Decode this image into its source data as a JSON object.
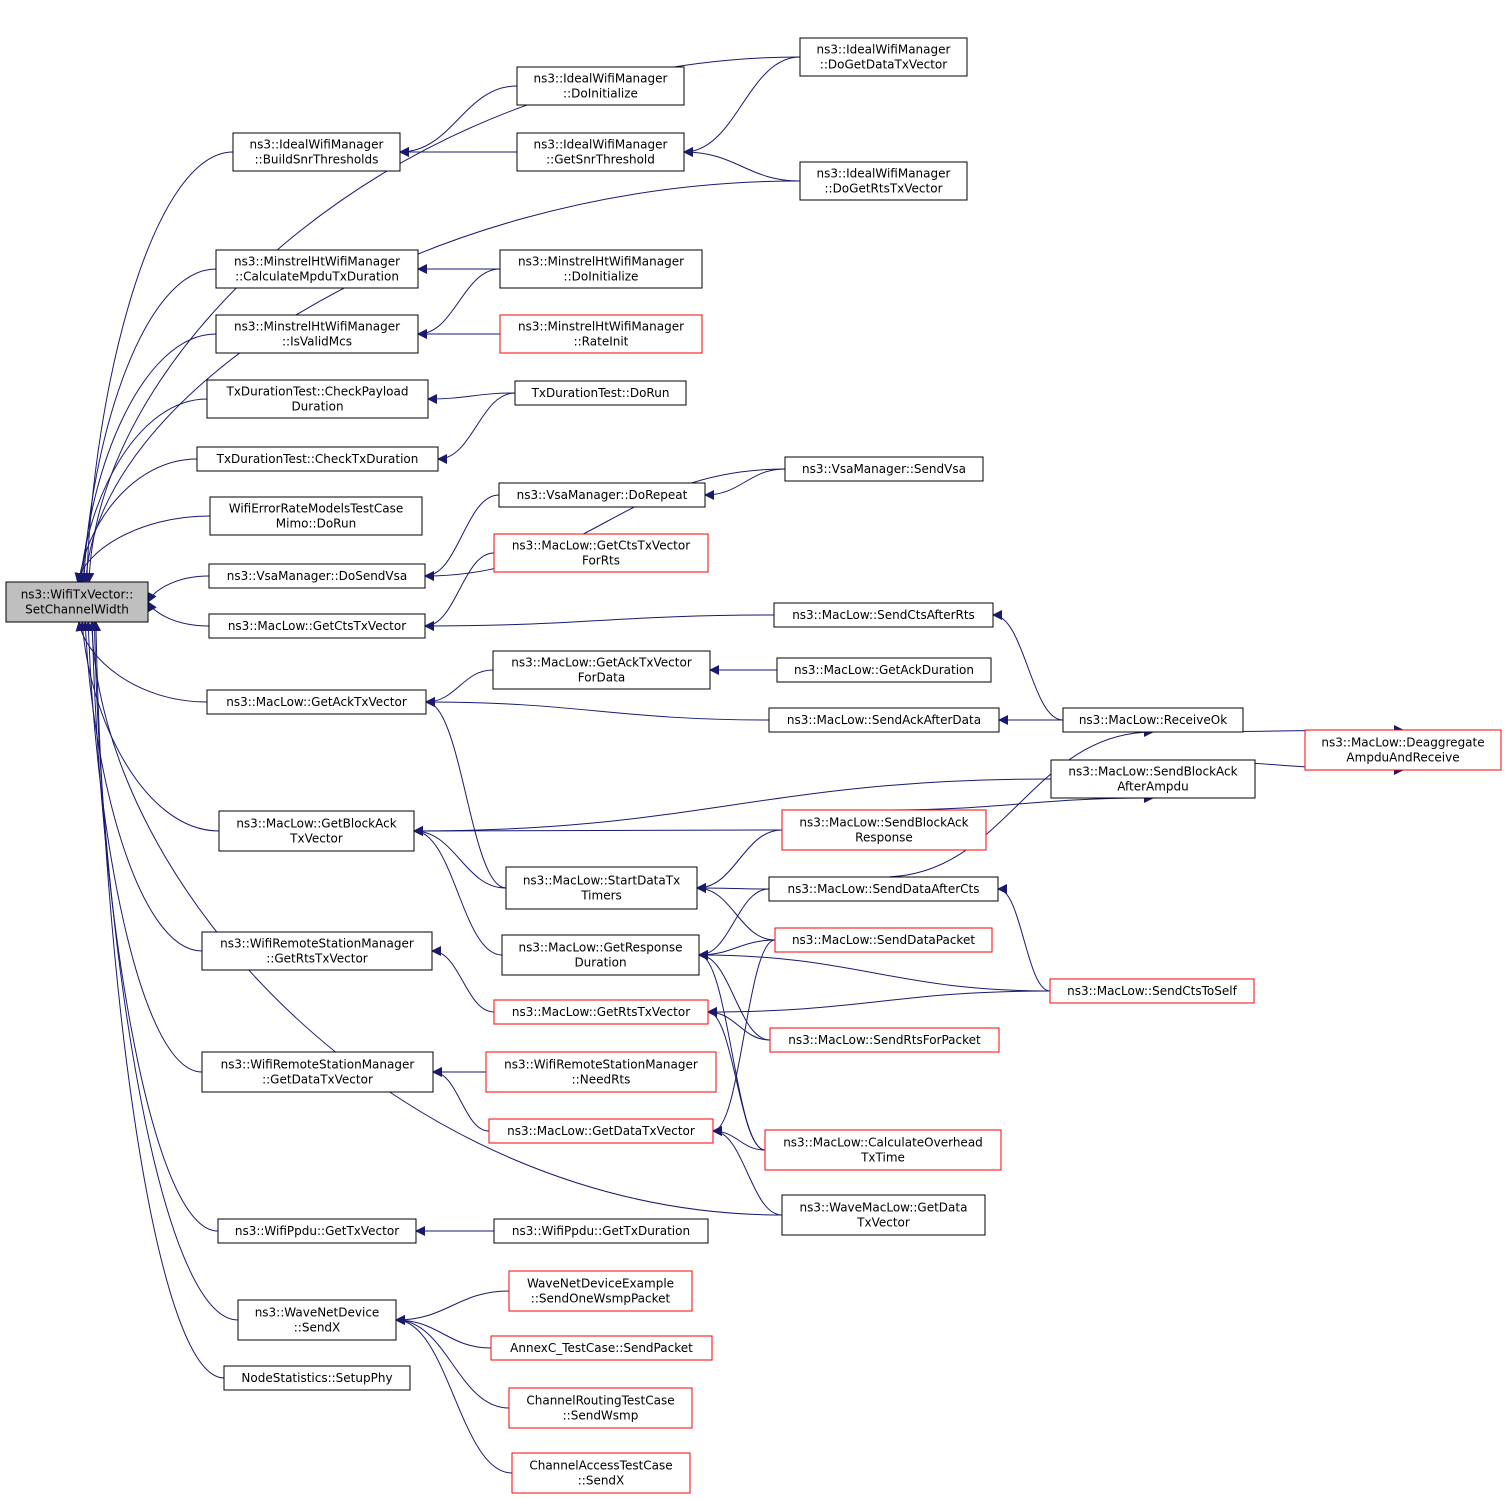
{
  "graph_title": "",
  "colors": {
    "edge": "#191970",
    "root_fill": "#bfbfbf",
    "reference_border": "#ff0000",
    "normal_border": "#000000"
  },
  "nodes": [
    {
      "id": "root",
      "lines": [
        "ns3::WifiTxVector::",
        "SetChannelWidth"
      ],
      "style": "root"
    },
    {
      "id": "iwm_build",
      "lines": [
        "ns3::IdealWifiManager",
        "::BuildSnrThresholds"
      ],
      "style": "black"
    },
    {
      "id": "iwm_init",
      "lines": [
        "ns3::IdealWifiManager",
        "::DoInitialize"
      ],
      "style": "black"
    },
    {
      "id": "iwm_getsnr",
      "lines": [
        "ns3::IdealWifiManager",
        "::GetSnrThreshold"
      ],
      "style": "black"
    },
    {
      "id": "iwm_data",
      "lines": [
        "ns3::IdealWifiManager",
        "::DoGetDataTxVector"
      ],
      "style": "black"
    },
    {
      "id": "iwm_rts",
      "lines": [
        "ns3::IdealWifiManager",
        "::DoGetRtsTxVector"
      ],
      "style": "black"
    },
    {
      "id": "mht_calc",
      "lines": [
        "ns3::MinstrelHtWifiManager",
        "::CalculateMpduTxDuration"
      ],
      "style": "black"
    },
    {
      "id": "mht_init",
      "lines": [
        "ns3::MinstrelHtWifiManager",
        "::DoInitialize"
      ],
      "style": "black"
    },
    {
      "id": "mht_valid",
      "lines": [
        "ns3::MinstrelHtWifiManager",
        "::IsValidMcs"
      ],
      "style": "black"
    },
    {
      "id": "mht_rate",
      "lines": [
        "ns3::MinstrelHtWifiManager",
        "::RateInit"
      ],
      "style": "red"
    },
    {
      "id": "txd_payload",
      "lines": [
        "TxDurationTest::CheckPayload",
        "Duration"
      ],
      "style": "black"
    },
    {
      "id": "txd_run",
      "lines": [
        "TxDurationTest::DoRun"
      ],
      "style": "black"
    },
    {
      "id": "txd_check",
      "lines": [
        "TxDurationTest::CheckTxDuration"
      ],
      "style": "black"
    },
    {
      "id": "werm",
      "lines": [
        "WifiErrorRateModelsTestCase",
        "Mimo::DoRun"
      ],
      "style": "black"
    },
    {
      "id": "vsa_repeat",
      "lines": [
        "ns3::VsaManager::DoRepeat"
      ],
      "style": "black"
    },
    {
      "id": "vsa_send",
      "lines": [
        "ns3::VsaManager::SendVsa"
      ],
      "style": "black"
    },
    {
      "id": "vsa_dosend",
      "lines": [
        "ns3::VsaManager::DoSendVsa"
      ],
      "style": "black"
    },
    {
      "id": "ml_ctsforrts",
      "lines": [
        "ns3::MacLow::GetCtsTxVector",
        "ForRts"
      ],
      "style": "red"
    },
    {
      "id": "ml_getcts",
      "lines": [
        "ns3::MacLow::GetCtsTxVector"
      ],
      "style": "black"
    },
    {
      "id": "ml_sendctsrts",
      "lines": [
        "ns3::MacLow::SendCtsAfterRts"
      ],
      "style": "black"
    },
    {
      "id": "ml_ackfordata",
      "lines": [
        "ns3::MacLow::GetAckTxVector",
        "ForData"
      ],
      "style": "black"
    },
    {
      "id": "ml_ackdur",
      "lines": [
        "ns3::MacLow::GetAckDuration"
      ],
      "style": "black"
    },
    {
      "id": "ml_getack",
      "lines": [
        "ns3::MacLow::GetAckTxVector"
      ],
      "style": "black"
    },
    {
      "id": "ml_sendackdata",
      "lines": [
        "ns3::MacLow::SendAckAfterData"
      ],
      "style": "black"
    },
    {
      "id": "ml_recvok",
      "lines": [
        "ns3::MacLow::ReceiveOk"
      ],
      "style": "black"
    },
    {
      "id": "ml_deagg",
      "lines": [
        "ns3::MacLow::Deaggregate",
        "AmpduAndReceive"
      ],
      "style": "red"
    },
    {
      "id": "ml_sendbaampdu",
      "lines": [
        "ns3::MacLow::SendBlockAck",
        "AfterAmpdu"
      ],
      "style": "black"
    },
    {
      "id": "ml_getba",
      "lines": [
        "ns3::MacLow::GetBlockAck",
        "TxVector"
      ],
      "style": "black"
    },
    {
      "id": "ml_sendbaresp",
      "lines": [
        "ns3::MacLow::SendBlockAck",
        "Response"
      ],
      "style": "red"
    },
    {
      "id": "ml_startdata",
      "lines": [
        "ns3::MacLow::StartDataTx",
        "Timers"
      ],
      "style": "black"
    },
    {
      "id": "ml_senddatacts",
      "lines": [
        "ns3::MacLow::SendDataAfterCts"
      ],
      "style": "black"
    },
    {
      "id": "wrsm_rts",
      "lines": [
        "ns3::WifiRemoteStationManager",
        "::GetRtsTxVector"
      ],
      "style": "black"
    },
    {
      "id": "ml_respdur",
      "lines": [
        "ns3::MacLow::GetResponse",
        "Duration"
      ],
      "style": "black"
    },
    {
      "id": "ml_senddatapkt",
      "lines": [
        "ns3::MacLow::SendDataPacket"
      ],
      "style": "red"
    },
    {
      "id": "ml_sendctsself",
      "lines": [
        "ns3::MacLow::SendCtsToSelf"
      ],
      "style": "red"
    },
    {
      "id": "ml_getrts",
      "lines": [
        "ns3::MacLow::GetRtsTxVector"
      ],
      "style": "red"
    },
    {
      "id": "ml_sendrtspkt",
      "lines": [
        "ns3::MacLow::SendRtsForPacket"
      ],
      "style": "red"
    },
    {
      "id": "wrsm_data",
      "lines": [
        "ns3::WifiRemoteStationManager",
        "::GetDataTxVector"
      ],
      "style": "black"
    },
    {
      "id": "wrsm_needrts",
      "lines": [
        "ns3::WifiRemoteStationManager",
        "::NeedRts"
      ],
      "style": "red"
    },
    {
      "id": "ml_getdata",
      "lines": [
        "ns3::MacLow::GetDataTxVector"
      ],
      "style": "red"
    },
    {
      "id": "ml_calcover",
      "lines": [
        "ns3::MacLow::CalculateOverhead",
        "TxTime"
      ],
      "style": "red"
    },
    {
      "id": "wml_getdata",
      "lines": [
        "ns3::WaveMacLow::GetData",
        "TxVector"
      ],
      "style": "black"
    },
    {
      "id": "ppdu_gettx",
      "lines": [
        "ns3::WifiPpdu::GetTxVector"
      ],
      "style": "black"
    },
    {
      "id": "ppdu_getdur",
      "lines": [
        "ns3::WifiPpdu::GetTxDuration"
      ],
      "style": "black"
    },
    {
      "id": "wnd_sendx",
      "lines": [
        "ns3::WaveNetDevice",
        "::SendX"
      ],
      "style": "black"
    },
    {
      "id": "wnde_send",
      "lines": [
        "WaveNetDeviceExample",
        "::SendOneWsmpPacket"
      ],
      "style": "red"
    },
    {
      "id": "annexc",
      "lines": [
        "AnnexC_TestCase::SendPacket"
      ],
      "style": "red"
    },
    {
      "id": "chrouting",
      "lines": [
        "ChannelRoutingTestCase",
        "::SendWsmp"
      ],
      "style": "red"
    },
    {
      "id": "chaccess",
      "lines": [
        "ChannelAccessTestCase",
        "::SendX"
      ],
      "style": "red"
    },
    {
      "id": "nodestats",
      "lines": [
        "NodeStatistics::SetupPhy"
      ],
      "style": "black"
    }
  ],
  "edges": [
    [
      "iwm_build",
      "root"
    ],
    [
      "iwm_data",
      "root"
    ],
    [
      "iwm_rts",
      "root"
    ],
    [
      "mht_calc",
      "root"
    ],
    [
      "mht_valid",
      "root"
    ],
    [
      "txd_payload",
      "root"
    ],
    [
      "txd_check",
      "root"
    ],
    [
      "werm",
      "root"
    ],
    [
      "vsa_dosend",
      "root"
    ],
    [
      "ml_getcts",
      "root"
    ],
    [
      "ml_getack",
      "root"
    ],
    [
      "ml_getba",
      "root"
    ],
    [
      "wrsm_rts",
      "root"
    ],
    [
      "wrsm_data",
      "root"
    ],
    [
      "wml_getdata",
      "root"
    ],
    [
      "ppdu_gettx",
      "root"
    ],
    [
      "wnd_sendx",
      "root"
    ],
    [
      "nodestats",
      "root"
    ],
    [
      "iwm_init",
      "iwm_build"
    ],
    [
      "iwm_getsnr",
      "iwm_build"
    ],
    [
      "iwm_data",
      "iwm_getsnr"
    ],
    [
      "iwm_rts",
      "iwm_getsnr"
    ],
    [
      "mht_init",
      "mht_calc"
    ],
    [
      "mht_init",
      "mht_valid"
    ],
    [
      "mht_rate",
      "mht_valid"
    ],
    [
      "txd_run",
      "txd_payload"
    ],
    [
      "txd_run",
      "txd_check"
    ],
    [
      "vsa_repeat",
      "vsa_dosend"
    ],
    [
      "vsa_send",
      "vsa_dosend"
    ],
    [
      "vsa_send",
      "vsa_repeat"
    ],
    [
      "ml_ctsforrts",
      "ml_getcts"
    ],
    [
      "ml_sendctsrts",
      "ml_getcts"
    ],
    [
      "ml_recvok",
      "ml_sendctsrts"
    ],
    [
      "ml_ackfordata",
      "ml_getack"
    ],
    [
      "ml_sendackdata",
      "ml_getack"
    ],
    [
      "ml_startdata",
      "ml_getack"
    ],
    [
      "ml_ackdur",
      "ml_ackfordata"
    ],
    [
      "ml_recvok",
      "ml_sendackdata"
    ],
    [
      "ml_recvok",
      "ml_deagg"
    ],
    [
      "ml_sendbaampdu",
      "ml_deagg"
    ],
    [
      "ml_senddatacts",
      "ml_recvok"
    ],
    [
      "ml_sendbaampdu",
      "ml_getba"
    ],
    [
      "ml_sendbaresp",
      "ml_getba"
    ],
    [
      "ml_startdata",
      "ml_getba"
    ],
    [
      "ml_respdur",
      "ml_getba"
    ],
    [
      "ml_sendbaresp",
      "ml_sendbaampdu"
    ],
    [
      "ml_sendbaresp",
      "ml_startdata"
    ],
    [
      "ml_senddatacts",
      "ml_startdata"
    ],
    [
      "ml_senddatapkt",
      "ml_startdata"
    ],
    [
      "ml_senddatacts",
      "ml_respdur"
    ],
    [
      "ml_senddatapkt",
      "ml_respdur"
    ],
    [
      "ml_sendctsself",
      "ml_respdur"
    ],
    [
      "ml_sendrtspkt",
      "ml_respdur"
    ],
    [
      "ml_calcover",
      "ml_respdur"
    ],
    [
      "ml_sendctsself",
      "ml_senddatacts"
    ],
    [
      "ml_getrts",
      "wrsm_rts"
    ],
    [
      "ml_sendrtspkt",
      "ml_getrts"
    ],
    [
      "ml_sendctsself",
      "ml_getrts"
    ],
    [
      "ml_calcover",
      "ml_getrts"
    ],
    [
      "ml_getdata",
      "wrsm_data"
    ],
    [
      "wrsm_needrts",
      "wrsm_data"
    ],
    [
      "ml_senddatapkt",
      "ml_getdata"
    ],
    [
      "ml_calcover",
      "ml_getdata"
    ],
    [
      "wml_getdata",
      "ml_getdata"
    ],
    [
      "ppdu_getdur",
      "ppdu_gettx"
    ],
    [
      "wnde_send",
      "wnd_sendx"
    ],
    [
      "annexc",
      "wnd_sendx"
    ],
    [
      "chrouting",
      "wnd_sendx"
    ],
    [
      "chaccess",
      "wnd_sendx"
    ]
  ]
}
